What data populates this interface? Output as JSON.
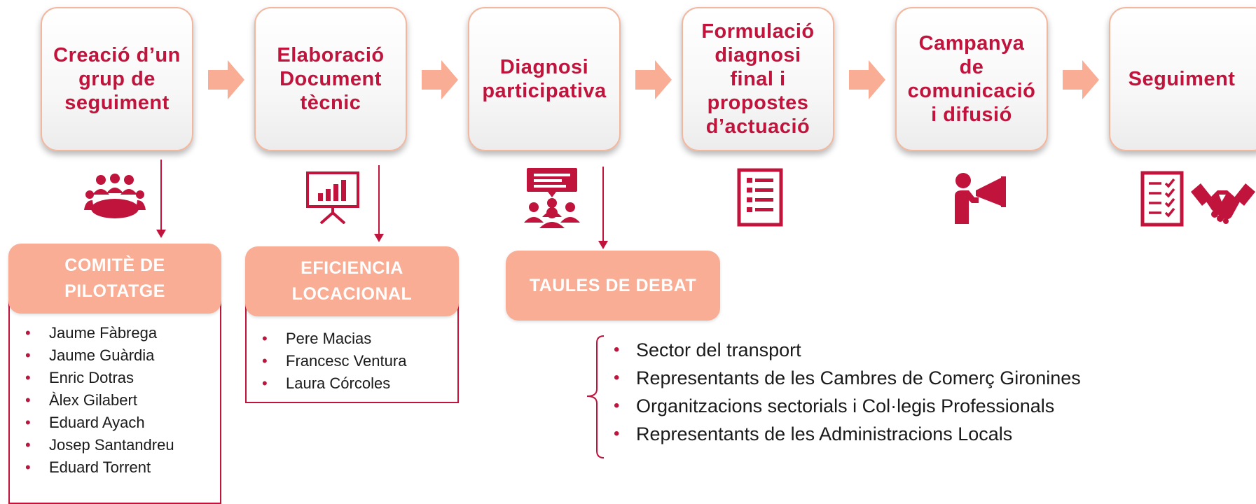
{
  "steps": [
    {
      "label": "Creació d’un\ngrup de\nseguiment"
    },
    {
      "label": "Elaboració\nDocument\ntècnic"
    },
    {
      "label": "Diagnosi\nparticipativa"
    },
    {
      "label": "Formulació\ndiagnosi\nfinal i\npropostes\nd’actuació"
    },
    {
      "label": "Campanya\nde\ncomunicació\ni difusió"
    },
    {
      "label": "Seguiment"
    }
  ],
  "icons": [
    "meeting-group-icon",
    "presentation-chart-icon",
    "speech-audience-icon",
    "checklist-document-icon",
    "megaphone-person-icon",
    "checklist-icon",
    "handshake-icon"
  ],
  "groups": [
    {
      "title": "COMITÈ DE\nPILOTATGE",
      "members": [
        "Jaume Fàbrega",
        "Jaume Guàrdia",
        "Enric Dotras",
        "Àlex Gilabert",
        "Eduard Ayach",
        "Josep Santandreu",
        "Eduard Torrent"
      ]
    },
    {
      "title": "EFICIENCIA\nLOCACIONAL",
      "members": [
        "Pere Macias",
        "Francesc Ventura",
        "Laura Córcoles"
      ]
    },
    {
      "title": "TAULES DE DEBAT",
      "members": [
        "Sector del transport",
        "Representants de les Cambres de Comerç Gironines",
        "Organitzacions sectorials i Col·legis Professionals",
        "Representants de les Administracions Locals"
      ]
    }
  ],
  "colors": {
    "accent": "#c0143c",
    "pill": "#f8ad94",
    "arrow": "#f8ad94",
    "border": "#f2b79f"
  }
}
